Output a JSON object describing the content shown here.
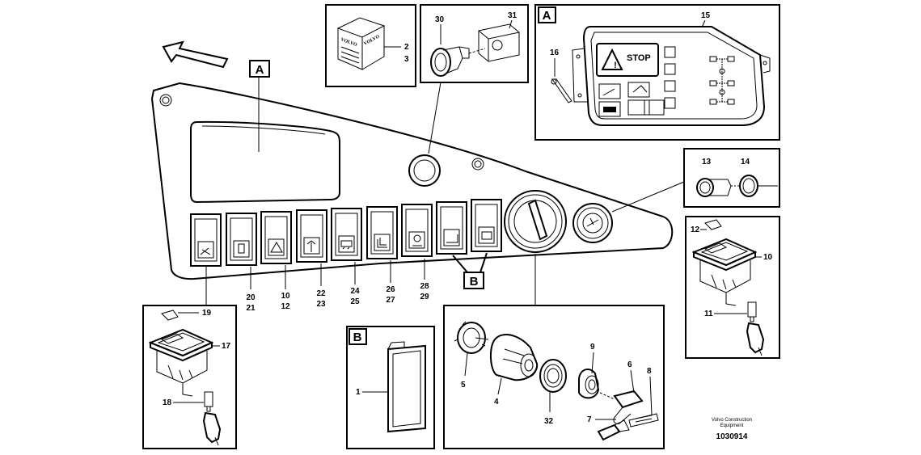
{
  "labels": {
    "box_a_main": "A",
    "box_a_detail": "A",
    "box_b_main": "B",
    "box_b_detail": "B",
    "n1": "1",
    "n2": "2",
    "n3": "3",
    "n4": "4",
    "n5": "5",
    "n6": "6",
    "n7": "7",
    "n8": "8",
    "n9": "9",
    "n10": "10",
    "n11": "11",
    "n12": "12",
    "n13": "13",
    "n14": "14",
    "n15": "15",
    "n16": "16",
    "n17": "17",
    "n18": "18",
    "n19": "19",
    "n20": "20",
    "n21": "21",
    "n10b": "10",
    "n12b": "12",
    "n22": "22",
    "n23": "23",
    "n24": "24",
    "n25": "25",
    "n26": "26",
    "n27": "27",
    "n28": "28",
    "n29": "29",
    "n30": "30",
    "n31": "31",
    "n32": "32"
  },
  "stop_text": "STOP",
  "cube_brand": "VOLVO",
  "footer": {
    "maker_line1": "Volvo Construction",
    "maker_line2": "Equipment",
    "code": "1030914"
  }
}
